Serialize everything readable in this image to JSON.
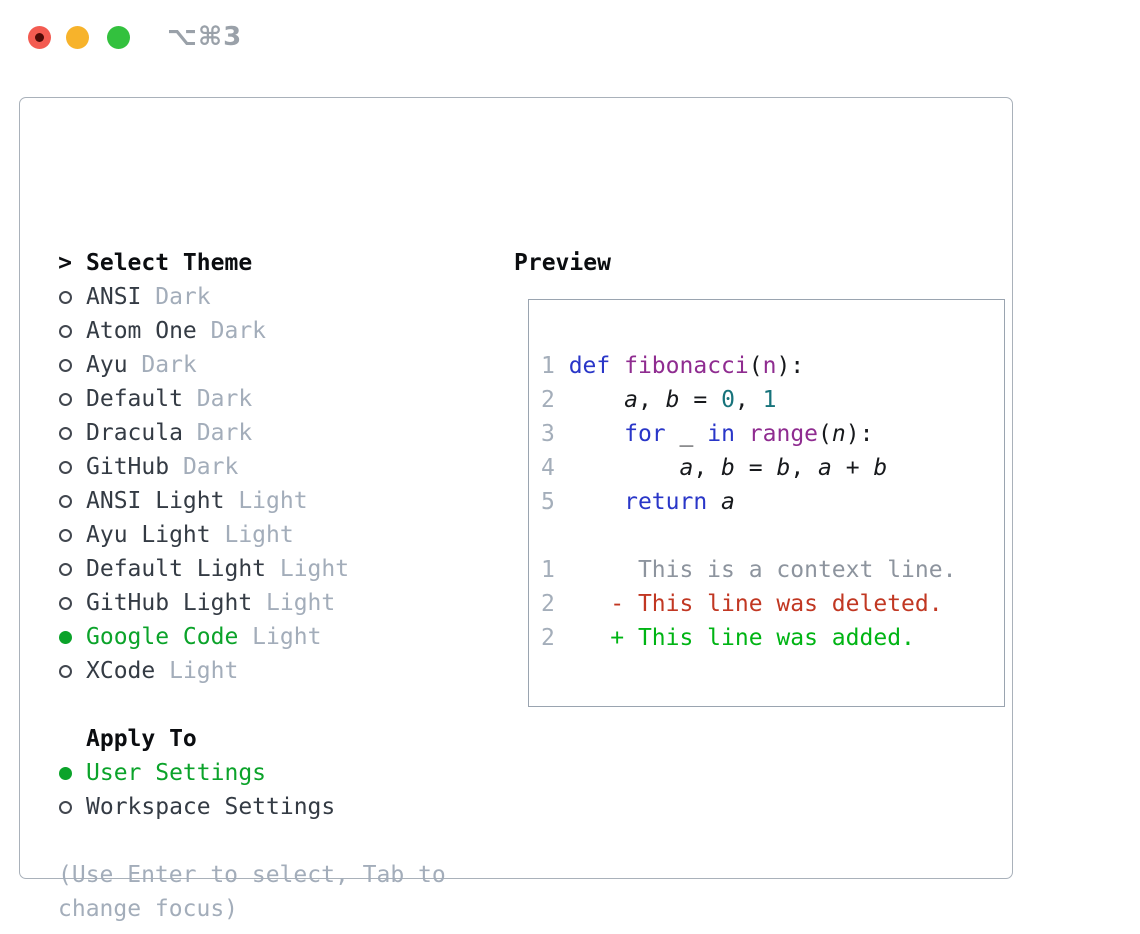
{
  "window": {
    "title": "⌥⌘3",
    "traffic_lights": {
      "close": "#f35b51",
      "minimize": "#f7b32b",
      "zoom": "#33c13e"
    }
  },
  "theme_panel": {
    "heading_prefix": ">",
    "heading": "Select Theme",
    "items": [
      {
        "name": "ANSI",
        "variant": "Dark",
        "selected": false
      },
      {
        "name": "Atom One",
        "variant": "Dark",
        "selected": false
      },
      {
        "name": "Ayu",
        "variant": "Dark",
        "selected": false
      },
      {
        "name": "Default",
        "variant": "Dark",
        "selected": false
      },
      {
        "name": "Dracula",
        "variant": "Dark",
        "selected": false
      },
      {
        "name": "GitHub",
        "variant": "Dark",
        "selected": false
      },
      {
        "name": "ANSI Light",
        "variant": "Light",
        "selected": false
      },
      {
        "name": "Ayu Light",
        "variant": "Light",
        "selected": false
      },
      {
        "name": "Default Light",
        "variant": "Light",
        "selected": false
      },
      {
        "name": "GitHub Light",
        "variant": "Light",
        "selected": false
      },
      {
        "name": "Google Code",
        "variant": "Light",
        "selected": true
      },
      {
        "name": "XCode",
        "variant": "Light",
        "selected": false
      }
    ]
  },
  "apply_to": {
    "heading": "Apply To",
    "options": [
      {
        "label": "User Settings",
        "selected": true
      },
      {
        "label": "Workspace Settings",
        "selected": false
      }
    ]
  },
  "help": {
    "lines": [
      "(Use Enter to select, Tab to",
      "change focus)"
    ]
  },
  "preview": {
    "heading": "Preview",
    "code_lines": [
      {
        "num": "1",
        "tokens": [
          [
            "def",
            "keyword"
          ],
          [
            " ",
            "plain"
          ],
          [
            "fibonacci",
            "function"
          ],
          [
            "(",
            "plain"
          ],
          [
            "n",
            "parameter"
          ],
          [
            "):",
            "plain"
          ]
        ]
      },
      {
        "num": "2",
        "tokens": [
          [
            "    ",
            "plain"
          ],
          [
            "a",
            "variable"
          ],
          [
            ", ",
            "plain"
          ],
          [
            "b",
            "variable"
          ],
          [
            " = ",
            "plain"
          ],
          [
            "0",
            "number"
          ],
          [
            ", ",
            "plain"
          ],
          [
            "1",
            "number"
          ]
        ]
      },
      {
        "num": "3",
        "tokens": [
          [
            "    ",
            "plain"
          ],
          [
            "for",
            "keyword"
          ],
          [
            " ",
            "plain"
          ],
          [
            "_",
            "variable"
          ],
          [
            " ",
            "plain"
          ],
          [
            "in",
            "keyword"
          ],
          [
            " ",
            "plain"
          ],
          [
            "range",
            "function"
          ],
          [
            "(",
            "plain"
          ],
          [
            "n",
            "variable"
          ],
          [
            "):",
            "plain"
          ]
        ]
      },
      {
        "num": "4",
        "tokens": [
          [
            "        ",
            "plain"
          ],
          [
            "a",
            "variable"
          ],
          [
            ", ",
            "plain"
          ],
          [
            "b",
            "variable"
          ],
          [
            " = ",
            "plain"
          ],
          [
            "b",
            "variable"
          ],
          [
            ", ",
            "plain"
          ],
          [
            "a",
            "variable"
          ],
          [
            " + ",
            "plain"
          ],
          [
            "b",
            "variable"
          ]
        ]
      },
      {
        "num": "5",
        "tokens": [
          [
            "    ",
            "plain"
          ],
          [
            "return",
            "keyword"
          ],
          [
            " ",
            "plain"
          ],
          [
            "a",
            "variable"
          ]
        ]
      }
    ],
    "diff_lines": [
      {
        "num": "1",
        "text": "     This is a context line.",
        "kind": "context"
      },
      {
        "num": "2",
        "text": "   - This line was deleted.",
        "kind": "deleted"
      },
      {
        "num": "2",
        "text": "   + This line was added.",
        "kind": "added"
      }
    ]
  },
  "colors": {
    "selected_green": "#0ba32a",
    "item_text": "#343b44",
    "muted_gray": "#a3adba",
    "keyword": "#2936c8",
    "function": "#8f2c90",
    "parameter": "#8f2c90",
    "number": "#17737b",
    "variable": "#17191c",
    "plain": "#17191c",
    "line_number": "#a4aeba",
    "context": "#8d949e",
    "deleted": "#c13722",
    "added": "#00b414"
  }
}
